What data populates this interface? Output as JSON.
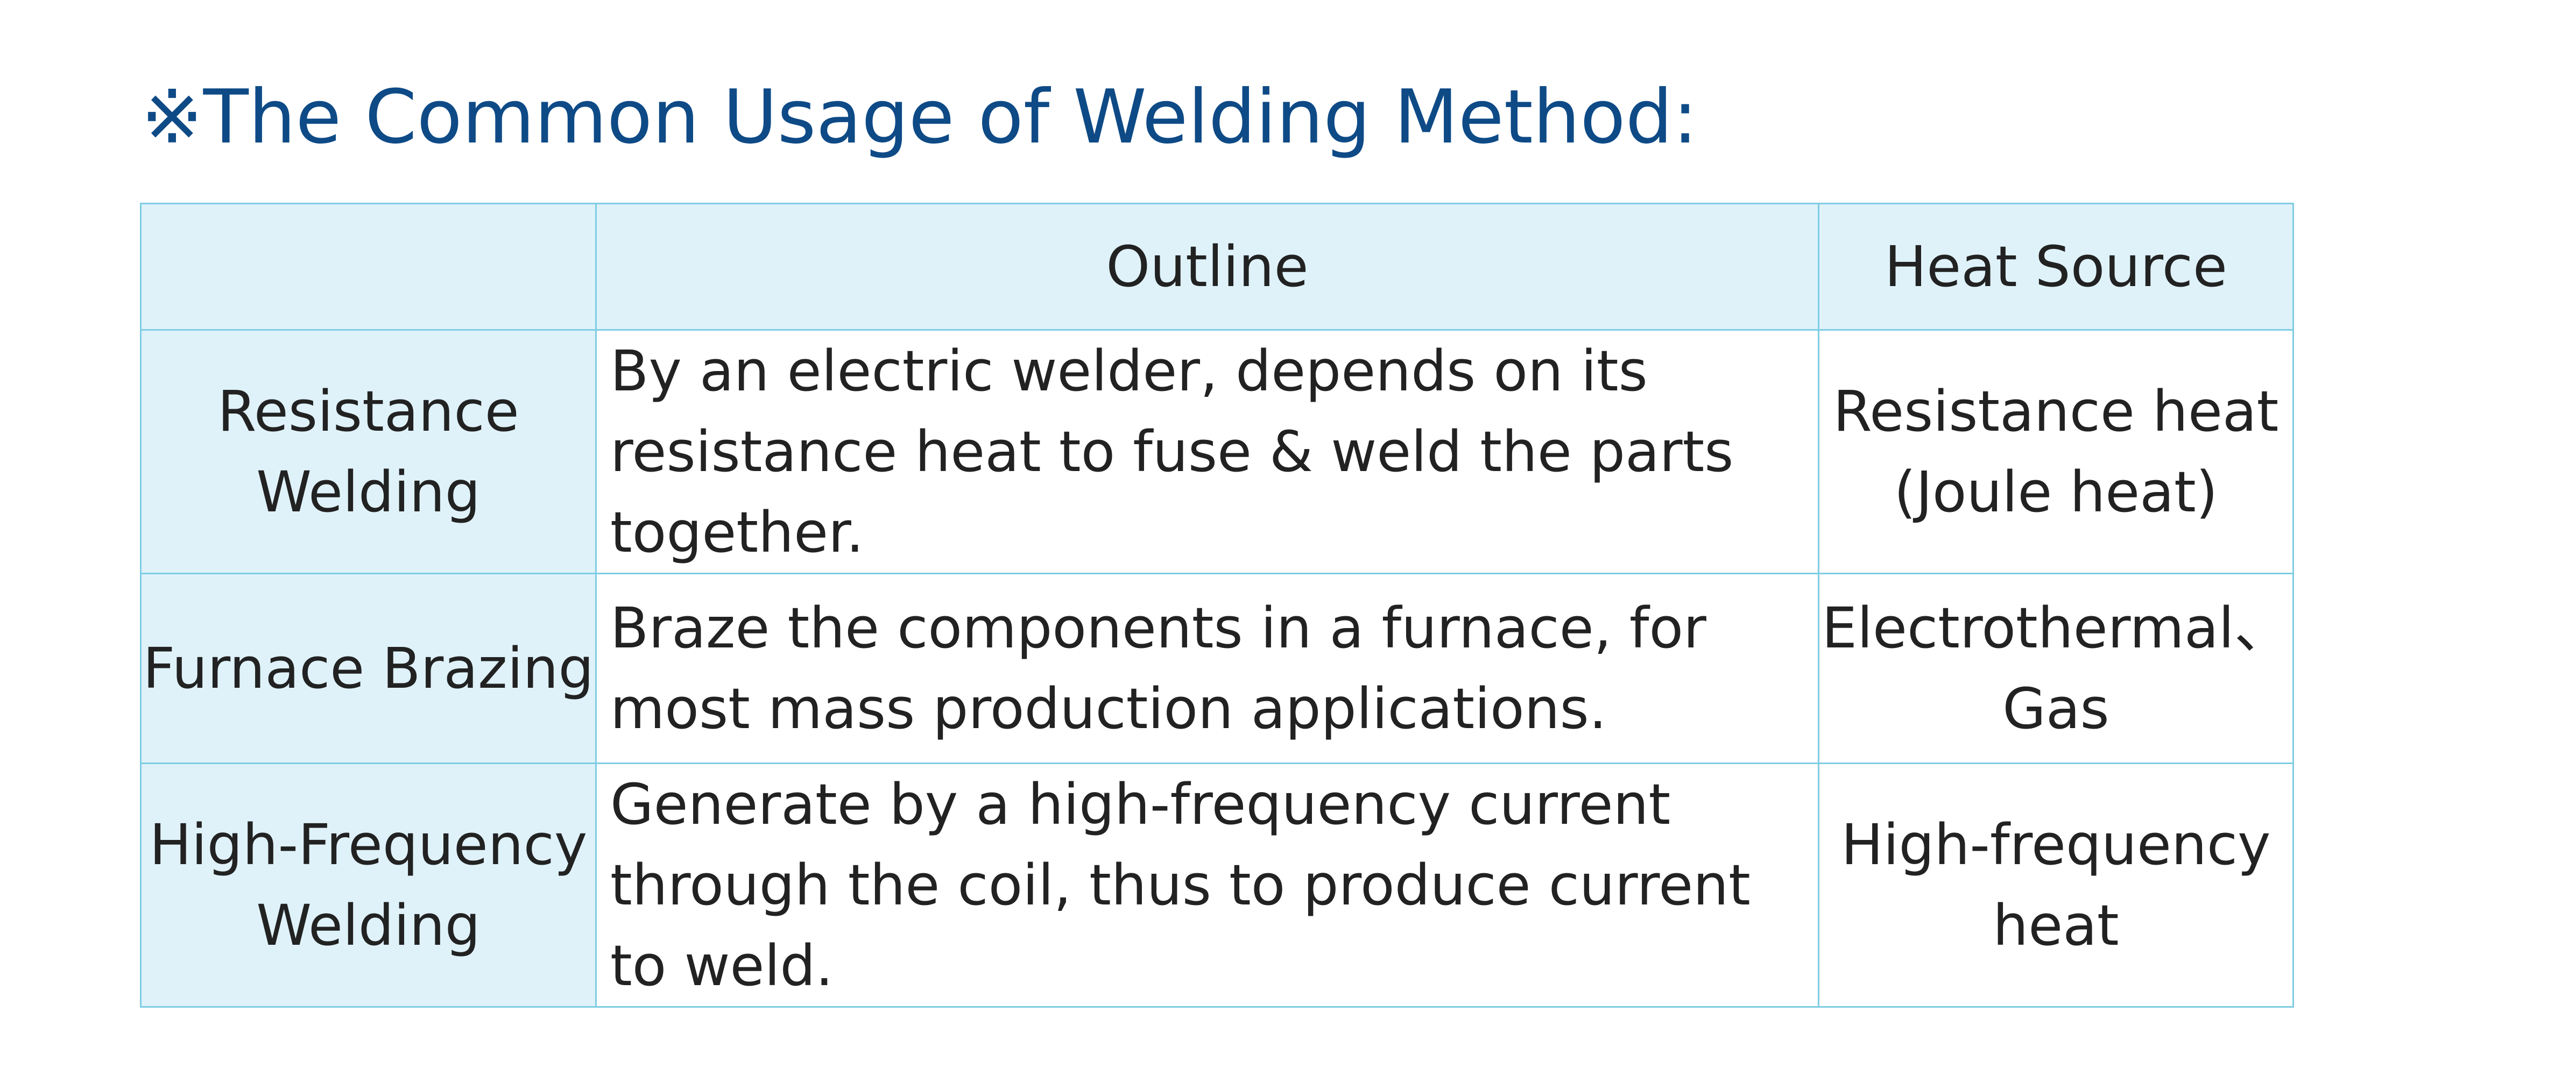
{
  "title": "※The Common Usage of Welding Method:",
  "table": {
    "header": {
      "method": "",
      "outline": "Outline",
      "heat_source": "Heat Source"
    },
    "rows": [
      {
        "method": "Resistance\nWelding",
        "outline": "By an electric welder, depends on its resistance heat to fuse & weld the parts together.",
        "heat_source": "Resistance heat\n(Joule heat)"
      },
      {
        "method": "Furnace Brazing",
        "outline": "Braze the components in a furnace, for most mass production applications.",
        "heat_source": "Electrothermal、\nGas"
      },
      {
        "method": "High-Frequency\nWelding",
        "outline": "Generate by a high-frequency current through the coil, thus to produce current to weld.",
        "heat_source": "High-frequency\nheat"
      }
    ]
  },
  "colors": {
    "title": "#0e4a86",
    "header_fill": "#dff2fa",
    "border": "#7fcde3",
    "text": "#222222"
  }
}
